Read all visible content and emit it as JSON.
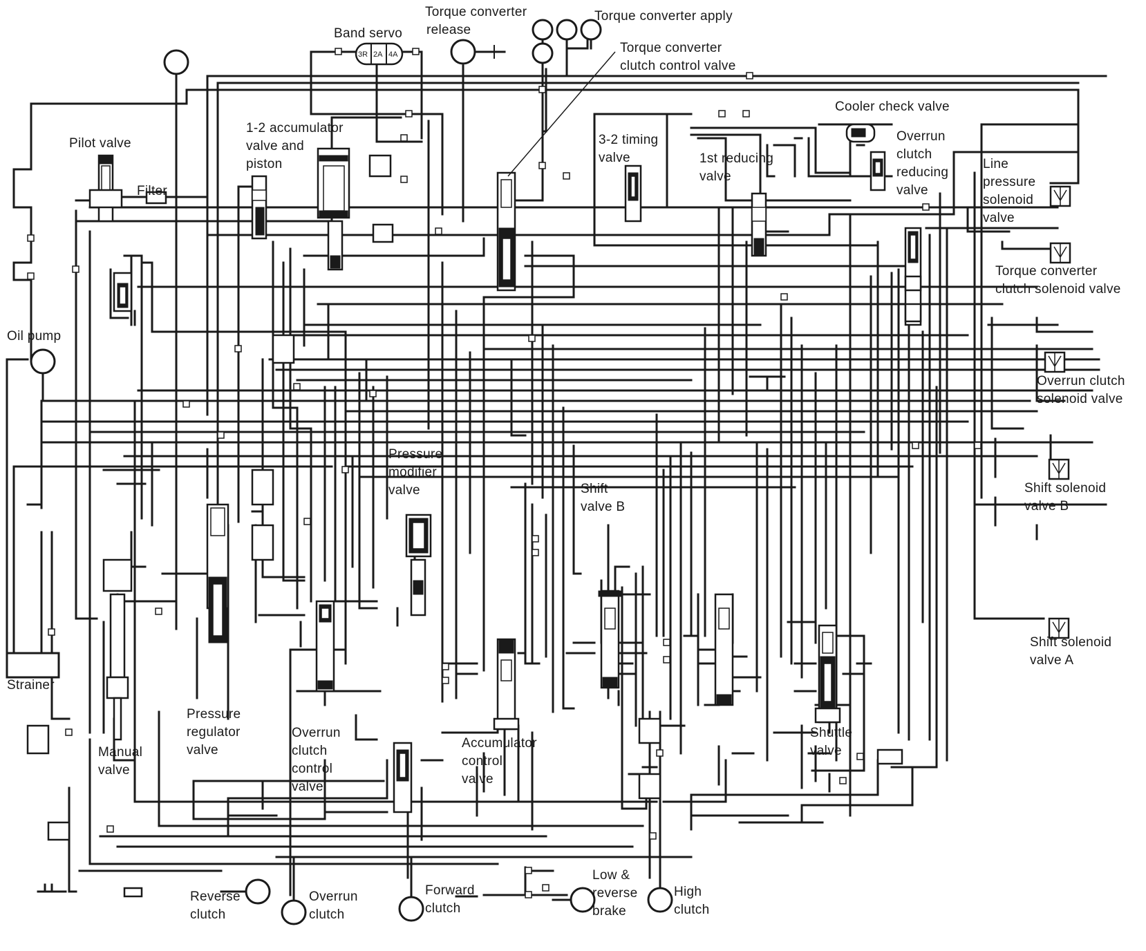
{
  "diagram": {
    "labels": {
      "torque_converter_release": [
        "Torque converter",
        "release"
      ],
      "torque_converter_apply": [
        "Torque converter apply"
      ],
      "band_servo": [
        "Band servo"
      ],
      "band_servo_ports": [
        "3R",
        "2A",
        "4A"
      ],
      "torque_converter_clutch_control_valve": [
        "Torque converter",
        "clutch control valve"
      ],
      "cooler_check_valve": [
        "Cooler check valve"
      ],
      "pilot_valve": [
        "Pilot valve"
      ],
      "filter": [
        "Filter"
      ],
      "accumulator_1_2": [
        "1-2 accumulator",
        "valve and",
        "piston"
      ],
      "timing_valve_3_2": [
        "3-2 timing",
        "valve"
      ],
      "first_reducing_valve": [
        "1st reducing",
        "valve"
      ],
      "overrun_clutch_reducing_valve": [
        "Overrun",
        "clutch",
        "reducing",
        "valve"
      ],
      "line_pressure_solenoid_valve": [
        "Line",
        "pressure",
        "solenoid",
        "valve"
      ],
      "torque_converter_clutch_solenoid_valve": [
        "Torque converter",
        "clutch solenoid valve"
      ],
      "oil_pump": [
        "Oil pump"
      ],
      "overrun_clutch_solenoid_valve": [
        "Overrun clutch",
        "solenoid valve"
      ],
      "pressure_modifier_valve": [
        "Pressure",
        "modifier",
        "valve"
      ],
      "shift_valve_b": [
        "Shift",
        "valve B"
      ],
      "shift_solenoid_valve_b": [
        "Shift solenoid",
        "valve B"
      ],
      "strainer": [
        "Strainer"
      ],
      "shift_solenoid_valve_a": [
        "Shift solenoid",
        "valve A"
      ],
      "pressure_regulator_valve": [
        "Pressure",
        "regulator",
        "valve"
      ],
      "manual_valve": [
        "Manual",
        "valve"
      ],
      "overrun_clutch_control_valve": [
        "Overrun",
        "clutch",
        "control",
        "valve"
      ],
      "accumulator_control_valve": [
        "Accumulator",
        "control",
        "valve"
      ],
      "shuttle_valve": [
        "Shuttle",
        "valve"
      ],
      "reverse_clutch": [
        "Reverse",
        "clutch"
      ],
      "overrun_clutch": [
        "Overrun",
        "clutch"
      ],
      "forward_clutch": [
        "Forward",
        "clutch"
      ],
      "low_reverse_brake": [
        "Low &",
        "reverse",
        "brake"
      ],
      "high_clutch": [
        "High",
        "clutch"
      ]
    }
  }
}
